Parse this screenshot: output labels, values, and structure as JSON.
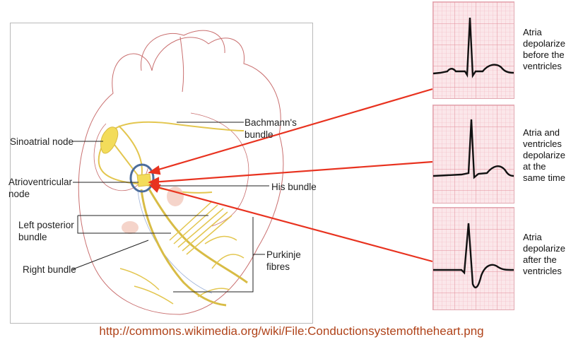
{
  "diagram": {
    "labels": {
      "sinoatrial_node": "Sinoatrial node",
      "bachmanns_bundle": [
        "Bachmann's",
        "bundle"
      ],
      "atrioventricular_node": [
        "Atrioventricular",
        "node"
      ],
      "his_bundle": "His bundle",
      "left_posterior_bundle": [
        "Left posterior",
        "bundle"
      ],
      "right_bundle": "Right bundle",
      "purkinje_fibres": [
        "Purkinje",
        "fibres"
      ]
    },
    "colors": {
      "conduction": "#e3c64f",
      "conduction_fill": "#f3dc5a",
      "heart_outline": "#c96f6f",
      "av_circle": "#4c6d9c",
      "arrow": "#e8321f",
      "ecg_grid": "#f0b3bd",
      "ecg_background": "#fbe7ea"
    }
  },
  "ecg_panels": [
    {
      "caption": [
        "Atria",
        "depolarize",
        "before the",
        "ventricles"
      ]
    },
    {
      "caption": [
        "Atria and",
        "ventricles",
        "depolarize",
        "at the",
        "same time"
      ]
    },
    {
      "caption": [
        "Atria",
        "depolarize",
        "after the",
        "ventricles"
      ]
    }
  ],
  "source_url": "http://commons.wikimedia.org/wiki/File:Conductionsystemoftheheart.png"
}
